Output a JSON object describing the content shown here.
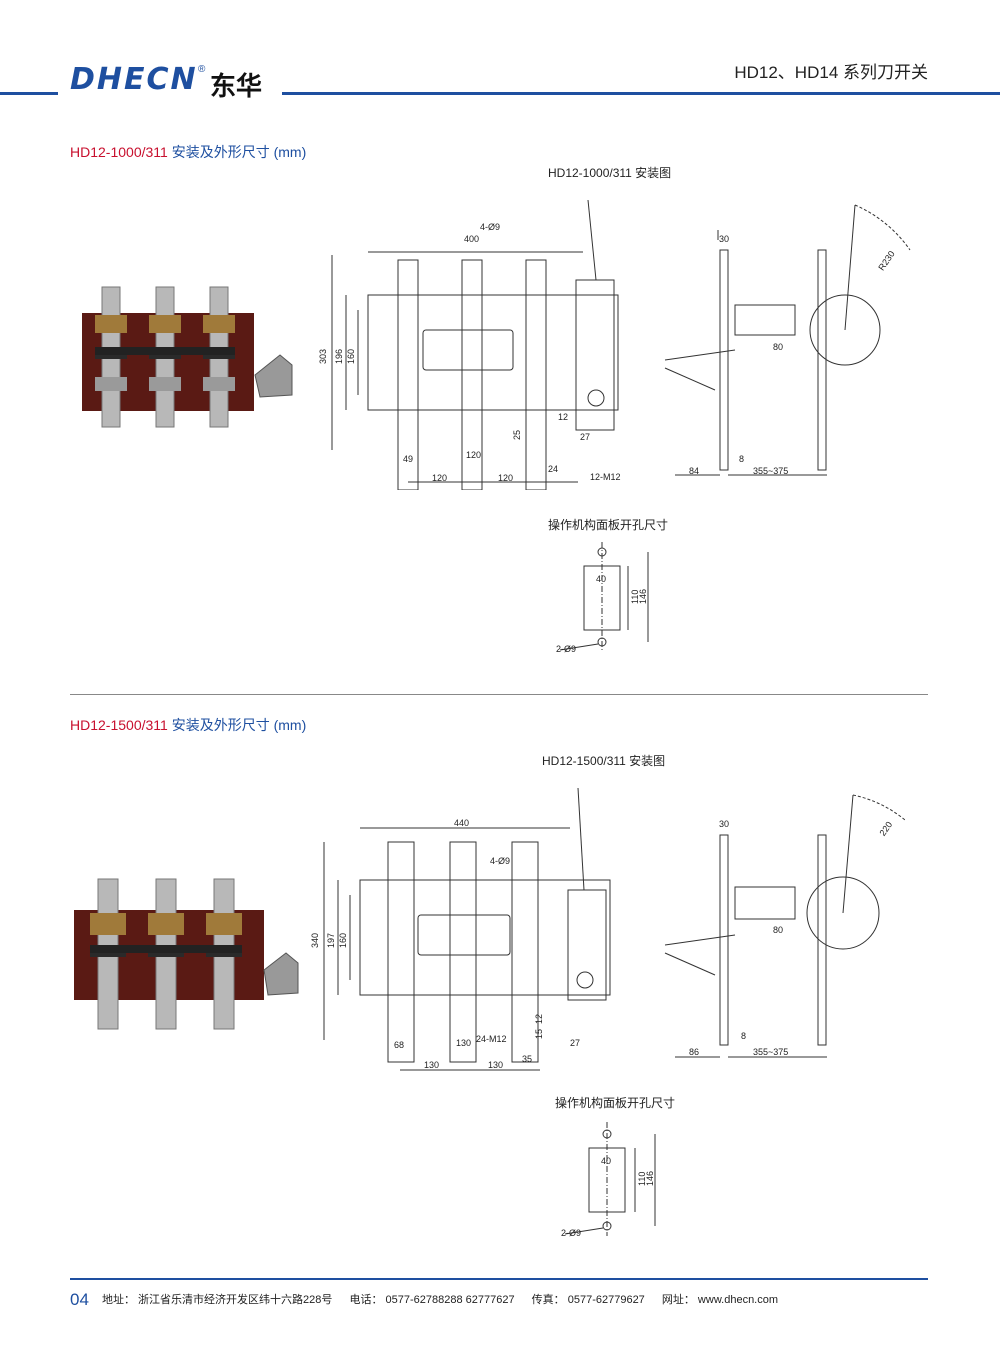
{
  "header": {
    "brand_latin": "DHECN",
    "brand_reg": "®",
    "brand_cn": "东华",
    "series_title": "HD12、HD14 系列刀开关",
    "accent_color": "#1e4fa0"
  },
  "sections": [
    {
      "title_code": "HD12-1000/311",
      "title_rest": "安装及外形尺寸 (mm)",
      "diagram_title": "HD12-1000/311 安装图",
      "panel_title": "操作机构面板开孔尺寸",
      "front_dims": [
        "4-Ø9",
        "400",
        "303",
        "196",
        "160",
        "12",
        "25",
        "27",
        "49",
        "120",
        "24",
        "12-M12",
        "120",
        "120"
      ],
      "side_dims": [
        "30",
        "R230",
        "80",
        "8",
        "84",
        "355~375"
      ],
      "panel_dims": [
        "40",
        "110",
        "146",
        "2-Ø9"
      ]
    },
    {
      "title_code": "HD12-1500/311",
      "title_rest": "安装及外形尺寸 (mm)",
      "diagram_title": "HD12-1500/311 安装图",
      "panel_title": "操作机构面板开孔尺寸",
      "front_dims": [
        "440",
        "4-Ø9",
        "340",
        "197",
        "160",
        "68",
        "130",
        "24-M12",
        "12",
        "15",
        "35",
        "27",
        "130",
        "130"
      ],
      "side_dims": [
        "30",
        "220",
        "80",
        "8",
        "86",
        "355~375"
      ],
      "panel_dims": [
        "40",
        "110",
        "146",
        "2-Ø9"
      ]
    }
  ],
  "footer": {
    "page_number": "04",
    "address": "地址：  浙江省乐清市经济开发区纬十六路228号",
    "phone": "电话：  0577-62788288    62777627",
    "fax": "传真：  0577-62779627",
    "website": "网址：  www.dhecn.com"
  }
}
